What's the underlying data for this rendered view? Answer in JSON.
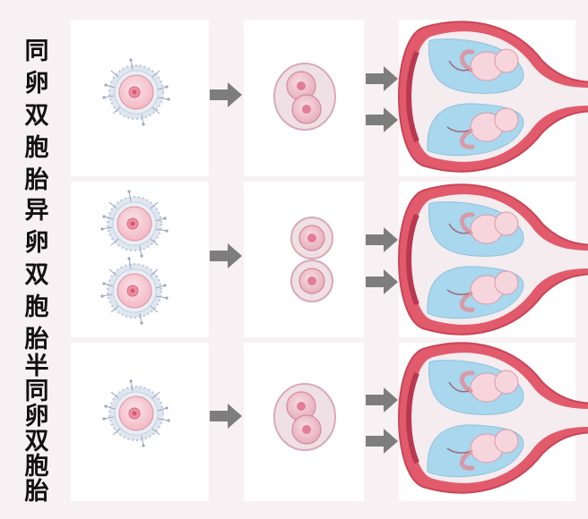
{
  "rows": [
    {
      "label_chars": [
        "同",
        "卵",
        "双",
        "胞",
        "胎"
      ],
      "type": "identical"
    },
    {
      "label_chars": [
        "异",
        "卵",
        "双",
        "胞",
        "胎"
      ],
      "type": "fraternal"
    },
    {
      "label_chars": [
        "半",
        "同",
        "卵",
        "双",
        "胞",
        "胎"
      ],
      "type": "semi-identical"
    }
  ],
  "colors": {
    "page_bg": "#f7f1f4",
    "panel_bg": "#ffffff",
    "arrow": "#7d7d7d",
    "uterus_wall": "#e25b6c",
    "amniotic_fluid": "#a9d7ee",
    "egg_corona": "#b9c7d9",
    "embryo_cell": "#e08fa0"
  }
}
